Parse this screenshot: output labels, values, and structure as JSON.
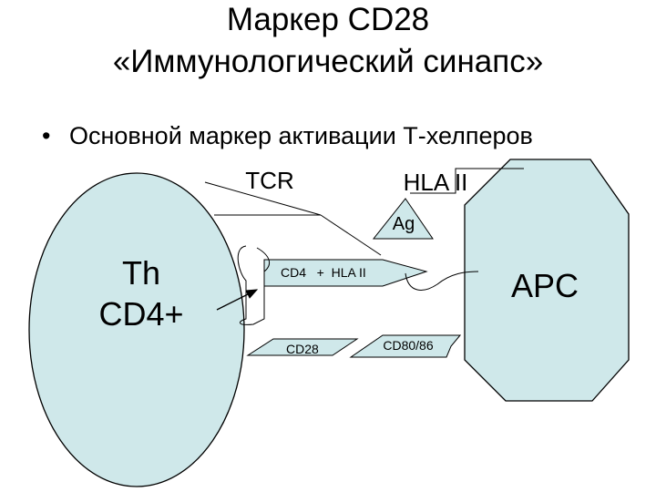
{
  "slide": {
    "title_line1": "Маркер CD28",
    "title_line2": "«Иммунологический синапс»",
    "bullet_symbol": "•",
    "bullet_text": "Основной маркер активации Т-хелперов"
  },
  "diagram": {
    "th_cell_line1": "Th",
    "th_cell_line2": "CD4+",
    "apc_label": "APC",
    "tcr_label": "TCR",
    "hla_label": "HLA II",
    "ag_label": "Ag",
    "cd4_hla_label": "CD4   +  HLA II",
    "cd28_label": "CD28",
    "cd80_label": "CD80/86",
    "cell_fill": "#cfe8ea",
    "line_color": "#000000"
  }
}
